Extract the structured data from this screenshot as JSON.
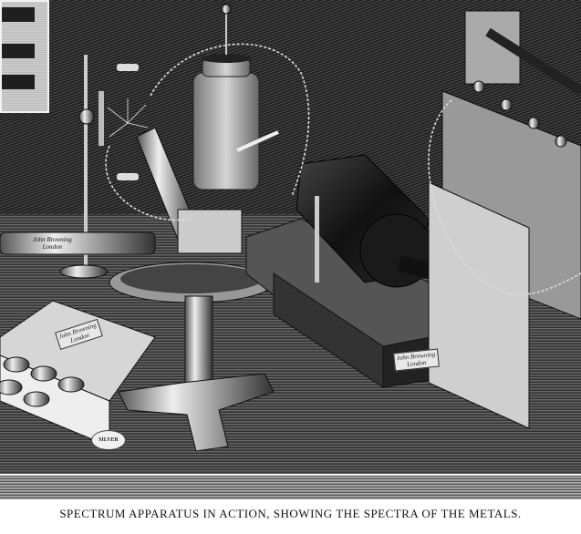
{
  "illustration": {
    "caption": "SPECTRUM APPARATUS IN ACTION, SHOWING THE SPECTRA OF THE METALS.",
    "style": "black-and-white wood engraving",
    "maker_labels": {
      "telescope_label_line1": "John Browning",
      "telescope_label_line2": "London",
      "box_lid_label_line1": "John Browning",
      "box_lid_label_line2": "London",
      "coil_base_label_line1": "John Browning",
      "coil_base_label_line2": "London"
    },
    "sample_cap_label": "SILVER",
    "objects": [
      "spectra-chart-board",
      "spark-stand",
      "leyden-jar",
      "spectroscope",
      "induction-coil",
      "battery-cells",
      "specimen-box",
      "coiled-wires"
    ],
    "colors": {
      "ink": "#1e1e1e",
      "paper": "#ffffff",
      "highlight": "#e8e8e8"
    }
  }
}
